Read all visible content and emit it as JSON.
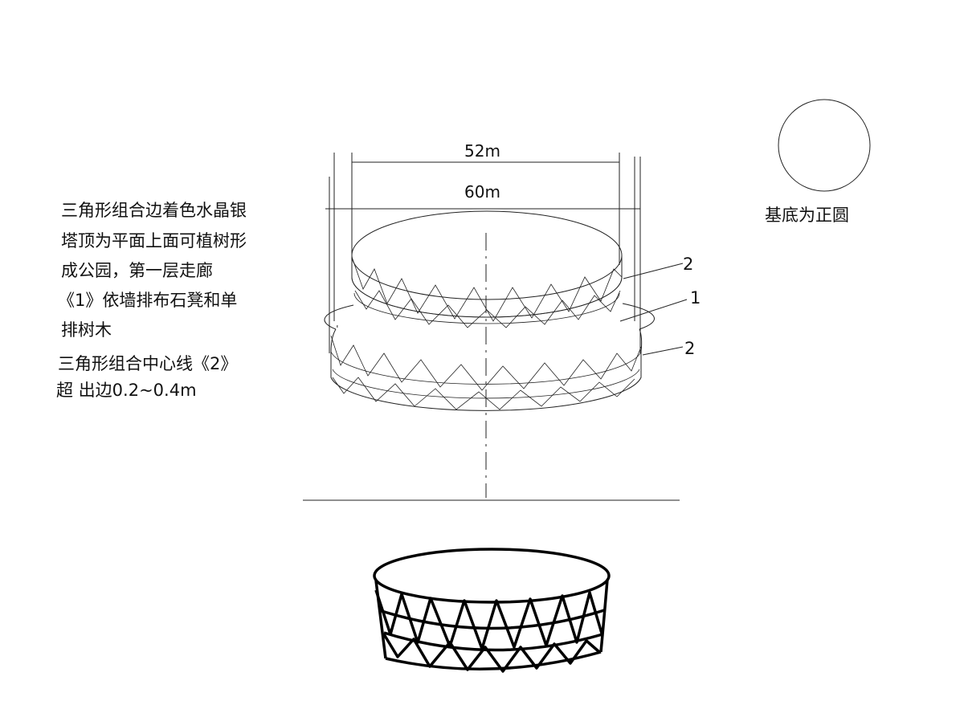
{
  "notes": {
    "line1": "三角形组合边着色水晶银",
    "line2": "塔顶为平面上面可植树形",
    "line3": "成公园，第一层走廊",
    "line4": "《1》依墙排布石凳和单",
    "line5": "排树木",
    "line6": "三角形组合中心线《2》",
    "line7": "超 出边0.2~0.4m"
  },
  "dimensions": {
    "top_width": "52m",
    "base_width": "60m"
  },
  "callouts": {
    "upper_edge": "2",
    "corridor": "1",
    "lower_edge": "2"
  },
  "base_note": "基底为正圆"
}
